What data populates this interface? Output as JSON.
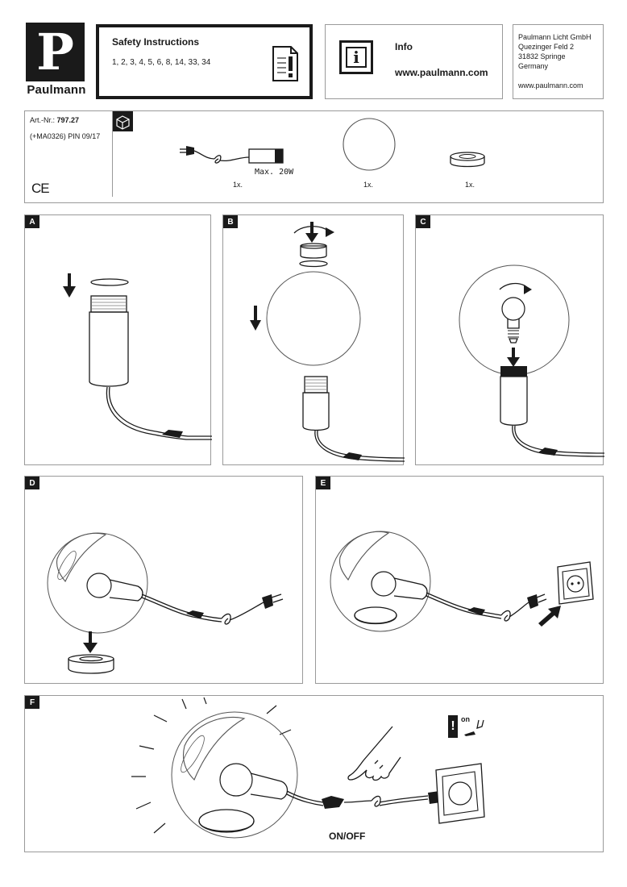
{
  "brand": {
    "logo_letter": "P",
    "name": "Paulmann"
  },
  "safety": {
    "title": "Safety Instructions",
    "items": "1, 2, 3, 4, 5, 6, 8, 14, 33, 34"
  },
  "info": {
    "title": "Info",
    "url": "www.paulmann.com"
  },
  "address": {
    "line1": "Paulmann Licht GmbH",
    "line2": "Quezinger Feld 2",
    "line3": "31832 Springe",
    "line4": "Germany",
    "url": "www.paulmann.com"
  },
  "article": {
    "prefix": "Art.-Nr.:",
    "number": "797.27",
    "ref": "(+MA0326) PIN 09/17",
    "ce": "CE"
  },
  "contents": {
    "max_label": "Max. 20W",
    "qty1": "1x.",
    "qty2": "1x.",
    "qty3": "1x."
  },
  "steps": [
    "A",
    "B",
    "C",
    "D",
    "E",
    "F"
  ],
  "switch_label": "ON/OFF",
  "switch_icon": {
    "on_label": "on"
  },
  "icons": [
    "document-warning-icon",
    "info-icon",
    "package-icon",
    "plug-icon",
    "hand-pointer-icon",
    "wall-socket-icon"
  ]
}
